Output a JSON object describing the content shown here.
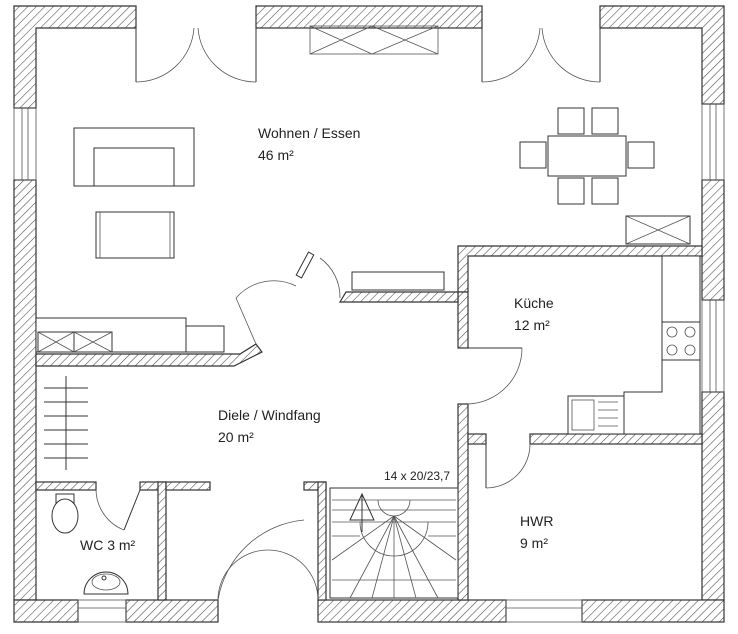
{
  "rooms": {
    "wohnen": {
      "name": "Wohnen / Essen",
      "area": "46 m²"
    },
    "kueche": {
      "name": "Küche",
      "area": "12 m²"
    },
    "diele": {
      "name": "Diele / Windfang",
      "area": "20 m²"
    },
    "hwr": {
      "name": "HWR",
      "area": "9 m²"
    },
    "wc": {
      "name": "WC 3 m²"
    }
  },
  "stair": {
    "label": "14 x 20/23,7"
  },
  "colors": {
    "wall_line": "#333333",
    "hatch": "#555555",
    "background": "#ffffff"
  }
}
